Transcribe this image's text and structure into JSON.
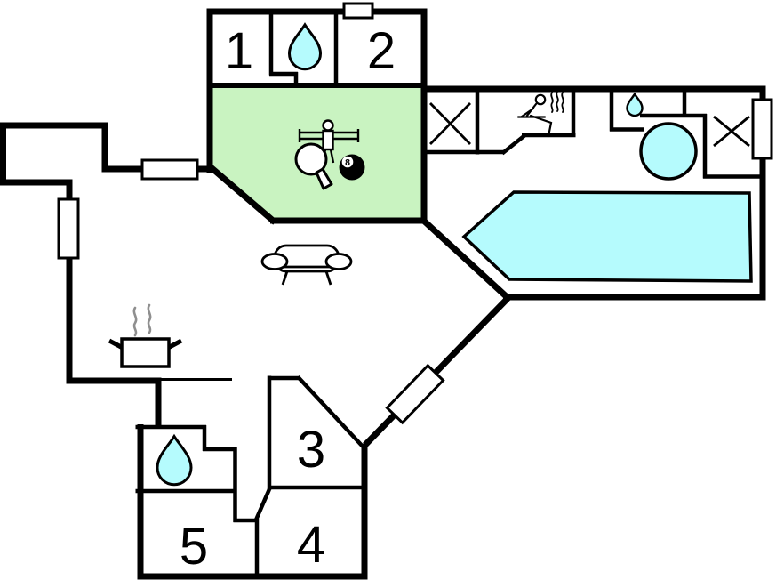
{
  "plan": {
    "kind": "vacation-home floor plan",
    "colors": {
      "wall": "#000000",
      "green_room_fill": "#c9f3c1",
      "water_fill": "#b5fbfd",
      "steam_gray": "#8f8f8f",
      "background": "#ffffff"
    },
    "rooms": [
      {
        "label": "1"
      },
      {
        "label": "2"
      },
      {
        "label": "3"
      },
      {
        "label": "4"
      },
      {
        "label": "5"
      }
    ],
    "eight_ball_label": "8",
    "icon_names": [
      "water-drop-icon",
      "table-tennis-paddle-icon",
      "foosball-player-icon",
      "eight-ball-icon",
      "sauna-person-icon",
      "hot-tub-circle",
      "swimming-pool",
      "sofa-icon",
      "cooking-pot-icon",
      "steam-lines-icon",
      "x-mark-icon",
      "window-marker"
    ]
  }
}
